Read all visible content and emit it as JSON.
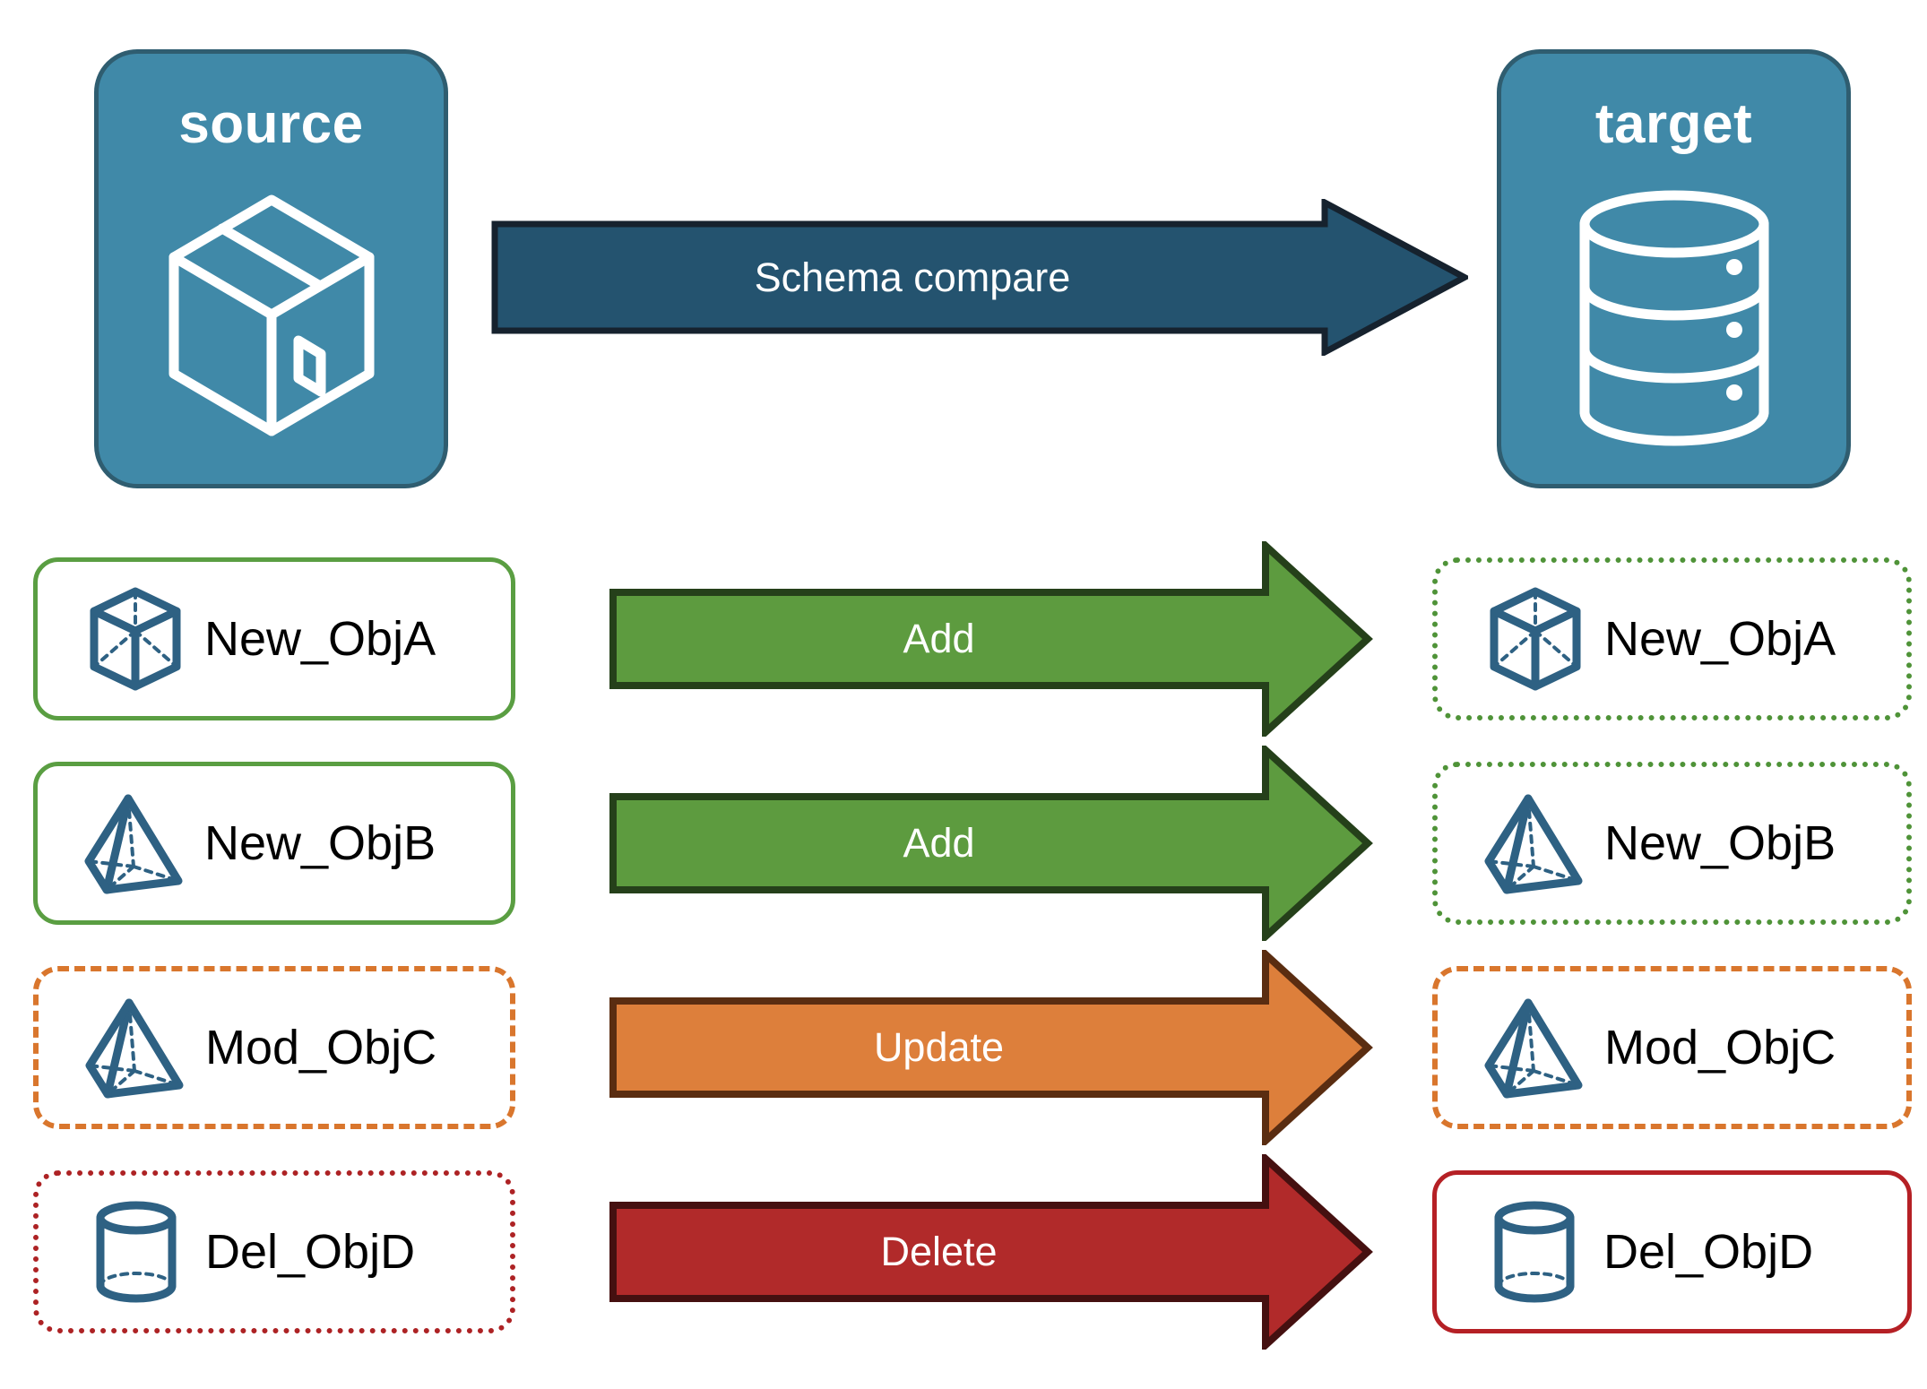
{
  "diagram": {
    "title": "Schema compare between source and target",
    "endpoints": [
      {
        "id": "source",
        "label": "source",
        "icon": "package-box-icon"
      },
      {
        "id": "target",
        "label": "target",
        "icon": "database-cylinder-icon"
      }
    ],
    "compare_arrow": {
      "label": "Schema compare",
      "fill": "#24536f",
      "stroke": "#16222e",
      "direction": "left-to-right"
    },
    "colors": {
      "endpoint_fill": "#4089a8",
      "endpoint_stroke": "#2f5d70",
      "icon_blue": "#2e6183",
      "add_fill": "#5d9b3f",
      "add_stroke": "#25401a",
      "update_fill": "#dd7f3b",
      "update_stroke": "#5a2d11",
      "delete_fill": "#b12a2a",
      "delete_stroke": "#451010",
      "border_green": "#5a9e42",
      "border_orange": "#d9762d",
      "border_red": "#ad2224",
      "text_dark": "#000000",
      "text_light": "#ffffff"
    },
    "rows": [
      {
        "action": "Add",
        "arrow_fill": "#5d9b3f",
        "arrow_stroke": "#25401a",
        "source": {
          "label": "New_ObjA",
          "icon": "cube-3d-icon",
          "border_style": "solid",
          "border_color": "#5a9e42"
        },
        "target": {
          "label": "New_ObjA",
          "icon": "cube-3d-icon",
          "border_style": "dotted",
          "border_color": "#4f9338"
        }
      },
      {
        "action": "Add",
        "arrow_fill": "#5d9b3f",
        "arrow_stroke": "#25401a",
        "source": {
          "label": "New_ObjB",
          "icon": "pyramid-3d-icon",
          "border_style": "solid",
          "border_color": "#5a9e42"
        },
        "target": {
          "label": "New_ObjB",
          "icon": "pyramid-3d-icon",
          "border_style": "dotted",
          "border_color": "#4f9338"
        }
      },
      {
        "action": "Update",
        "arrow_fill": "#dd7f3b",
        "arrow_stroke": "#5a2d11",
        "source": {
          "label": "Mod_ObjC",
          "icon": "pyramid-3d-icon",
          "border_style": "dashed",
          "border_color": "#d9762d"
        },
        "target": {
          "label": "Mod_ObjC",
          "icon": "pyramid-3d-icon",
          "border_style": "dashed",
          "border_color": "#d9762d"
        }
      },
      {
        "action": "Delete",
        "arrow_fill": "#b12a2a",
        "arrow_stroke": "#451010",
        "source": {
          "label": "Del_ObjD",
          "icon": "cylinder-3d-icon",
          "border_style": "dotted",
          "border_color": "#ad2224"
        },
        "target": {
          "label": "Del_ObjD",
          "icon": "cylinder-3d-icon",
          "border_style": "solid",
          "border_color": "#b52025"
        }
      }
    ]
  }
}
